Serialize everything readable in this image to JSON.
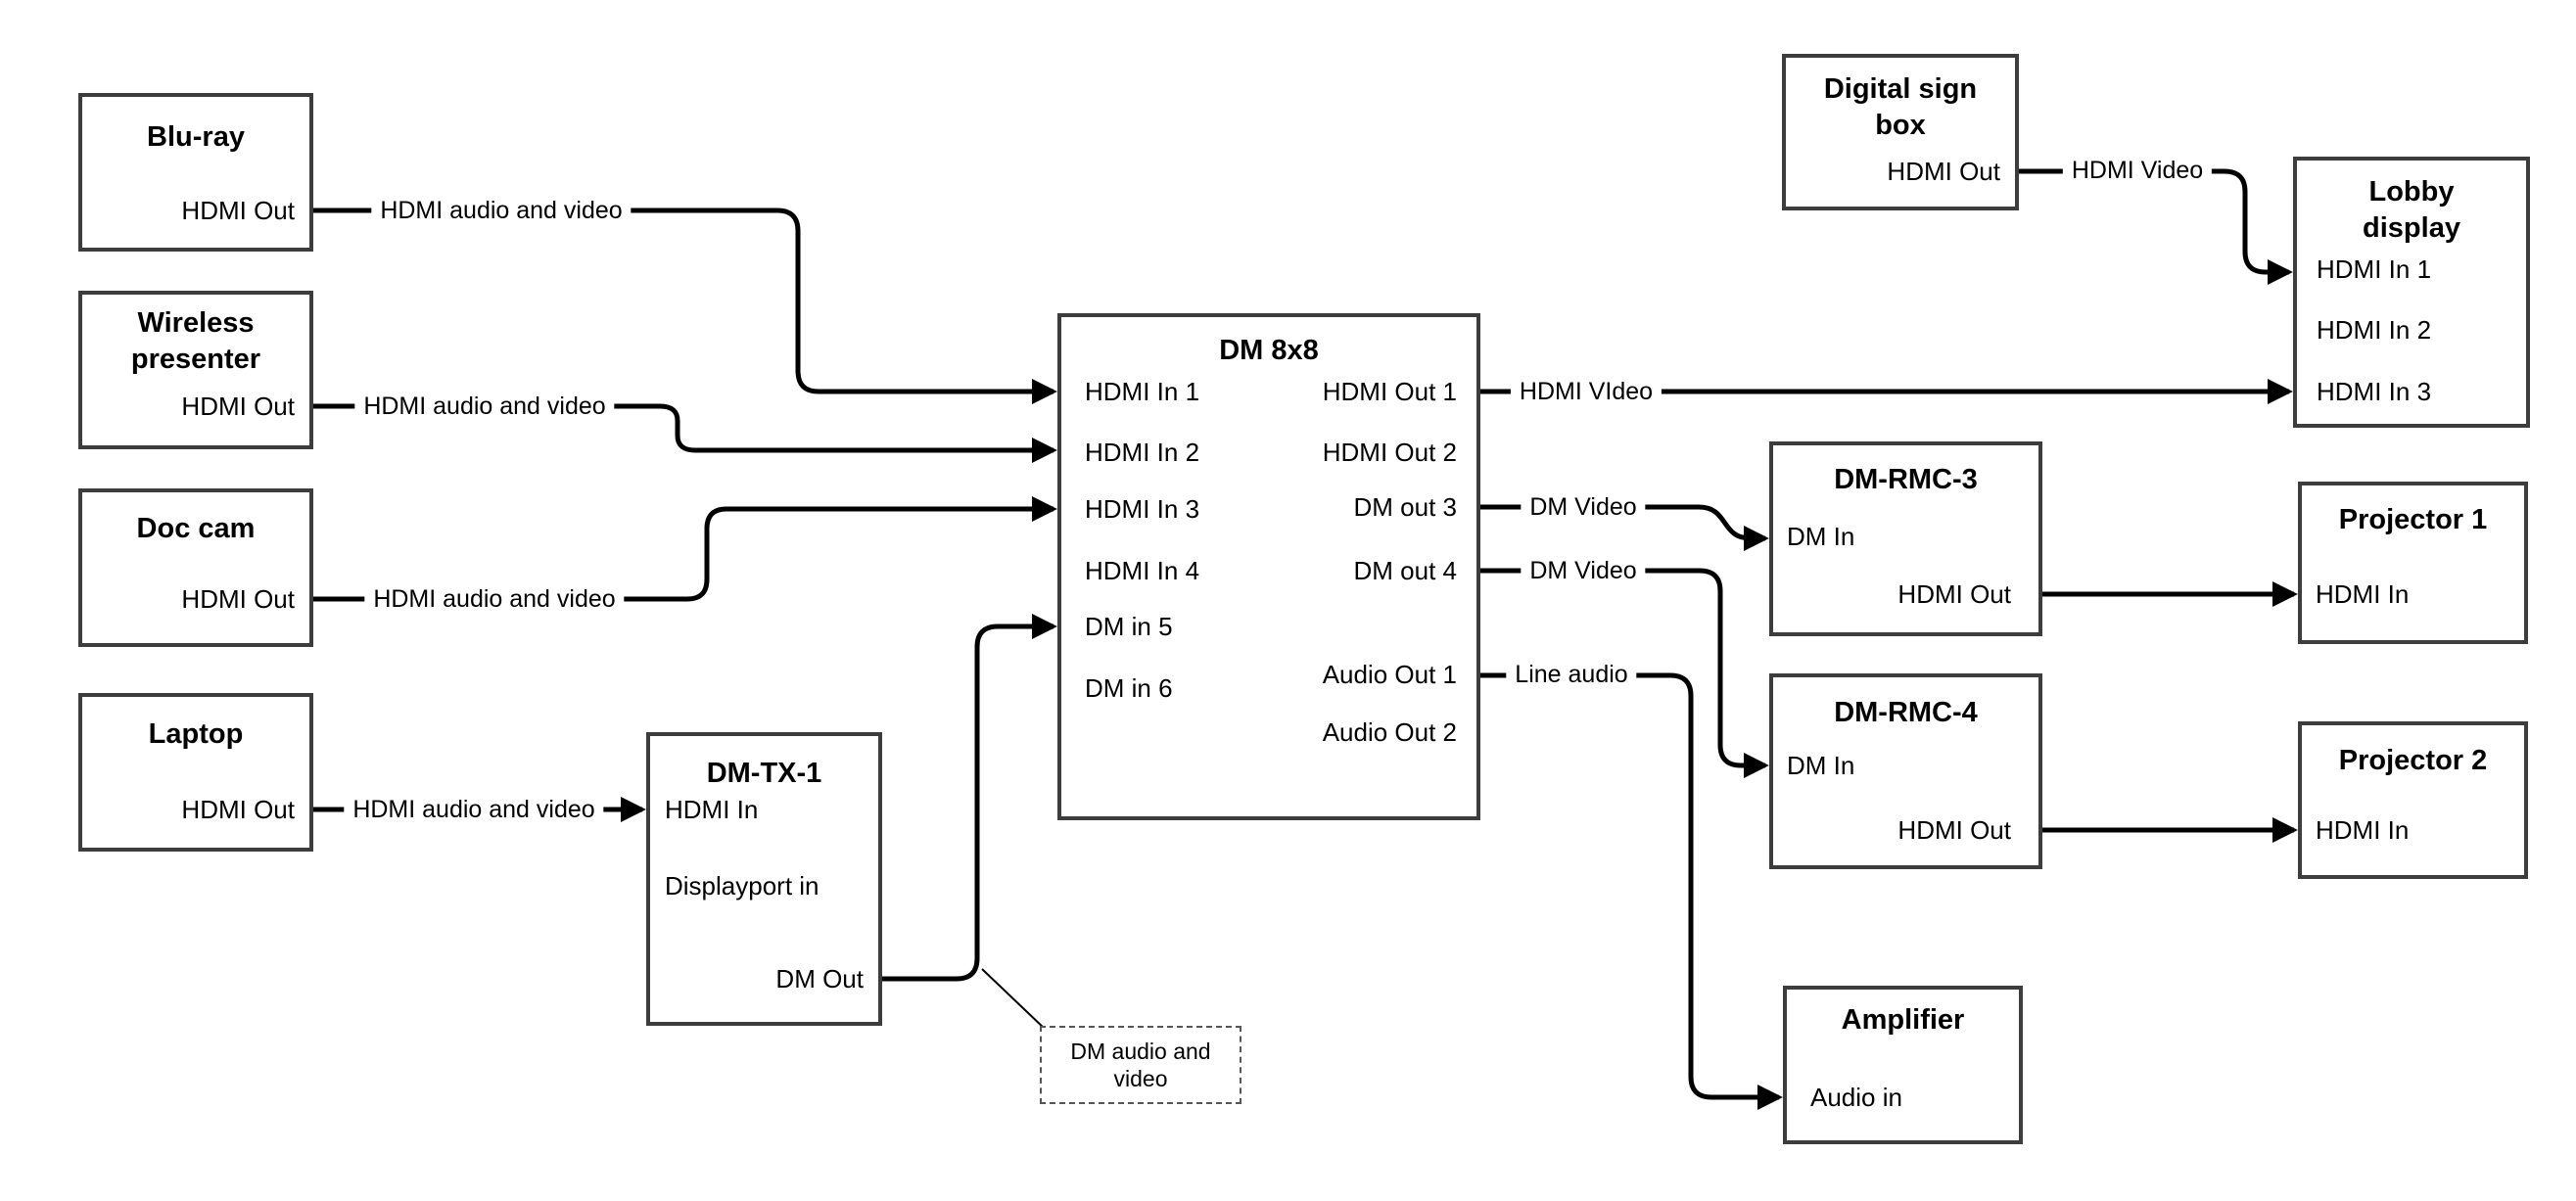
{
  "diagram": {
    "colors": {
      "background": "#ffffff",
      "box_border": "#3d3d3d",
      "wire": "#000000",
      "text": "#000000",
      "note_border": "#555555"
    },
    "nodes": {
      "blu_ray": {
        "title": "Blu-ray",
        "ports": {
          "hdmi_out": "HDMI Out"
        }
      },
      "wireless": {
        "title": "Wireless presenter",
        "ports": {
          "hdmi_out": "HDMI Out"
        }
      },
      "doc_cam": {
        "title": "Doc cam",
        "ports": {
          "hdmi_out": "HDMI Out"
        }
      },
      "laptop": {
        "title": "Laptop",
        "ports": {
          "hdmi_out": "HDMI Out"
        }
      },
      "dm_tx1": {
        "title": "DM-TX-1",
        "ports": {
          "hdmi_in": "HDMI In",
          "displayport_in": "Displayport in",
          "dm_out": "DM Out"
        }
      },
      "dm_8x8": {
        "title": "DM 8x8",
        "ports": {
          "hdmi_in_1": "HDMI In 1",
          "hdmi_in_2": "HDMI In 2",
          "hdmi_in_3": "HDMI In 3",
          "hdmi_in_4": "HDMI In 4",
          "dm_in_5": "DM in 5",
          "dm_in_6": "DM in 6",
          "hdmi_out_1": "HDMI Out 1",
          "hdmi_out_2": "HDMI Out 2",
          "dm_out_3": "DM out 3",
          "dm_out_4": "DM out 4",
          "audio_out_1": "Audio Out 1",
          "audio_out_2": "Audio Out 2"
        }
      },
      "digital_sign": {
        "title": "Digital sign box",
        "ports": {
          "hdmi_out": "HDMI Out"
        }
      },
      "lobby_display": {
        "title": "Lobby display",
        "ports": {
          "hdmi_in_1": "HDMI In 1",
          "hdmi_in_2": "HDMI In 2",
          "hdmi_in_3": "HDMI In 3"
        }
      },
      "dm_rmc3": {
        "title": "DM-RMC-3",
        "ports": {
          "dm_in": "DM In",
          "hdmi_out": "HDMI Out"
        }
      },
      "projector1": {
        "title": "Projector 1",
        "ports": {
          "hdmi_in": "HDMI In"
        }
      },
      "dm_rmc4": {
        "title": "DM-RMC-4",
        "ports": {
          "dm_in": "DM In",
          "hdmi_out": "HDMI Out"
        }
      },
      "projector2": {
        "title": "Projector 2",
        "ports": {
          "hdmi_in": "HDMI In"
        }
      },
      "amplifier": {
        "title": "Amplifier",
        "ports": {
          "audio_in": "Audio in"
        }
      }
    },
    "edges": [
      {
        "from_node": "blu_ray",
        "from_port": "hdmi_out",
        "to_node": "dm_8x8",
        "to_port": "hdmi_in_1",
        "label": "HDMI audio and video"
      },
      {
        "from_node": "wireless",
        "from_port": "hdmi_out",
        "to_node": "dm_8x8",
        "to_port": "hdmi_in_2",
        "label": "HDMI audio and video"
      },
      {
        "from_node": "doc_cam",
        "from_port": "hdmi_out",
        "to_node": "dm_8x8",
        "to_port": "hdmi_in_3",
        "label": "HDMI audio and video"
      },
      {
        "from_node": "laptop",
        "from_port": "hdmi_out",
        "to_node": "dm_tx1",
        "to_port": "hdmi_in",
        "label": "HDMI audio and video"
      },
      {
        "from_node": "dm_tx1",
        "from_port": "dm_out",
        "to_node": "dm_8x8",
        "to_port": "dm_in_5",
        "label": "",
        "note": "DM audio and video"
      },
      {
        "from_node": "dm_8x8",
        "from_port": "hdmi_out_1",
        "to_node": "lobby_display",
        "to_port": "hdmi_in_3",
        "label": "HDMI VIdeo"
      },
      {
        "from_node": "digital_sign",
        "from_port": "hdmi_out",
        "to_node": "lobby_display",
        "to_port": "hdmi_in_1",
        "label": "HDMI Video"
      },
      {
        "from_node": "dm_8x8",
        "from_port": "dm_out_3",
        "to_node": "dm_rmc3",
        "to_port": "dm_in",
        "label": "DM Video"
      },
      {
        "from_node": "dm_8x8",
        "from_port": "dm_out_4",
        "to_node": "dm_rmc4",
        "to_port": "dm_in",
        "label": "DM Video"
      },
      {
        "from_node": "dm_8x8",
        "from_port": "audio_out_1",
        "to_node": "amplifier",
        "to_port": "audio_in",
        "label": "Line audio"
      },
      {
        "from_node": "dm_rmc3",
        "from_port": "hdmi_out",
        "to_node": "projector1",
        "to_port": "hdmi_in",
        "label": ""
      },
      {
        "from_node": "dm_rmc4",
        "from_port": "hdmi_out",
        "to_node": "projector2",
        "to_port": "hdmi_in",
        "label": ""
      }
    ],
    "note": "DM audio and video"
  }
}
